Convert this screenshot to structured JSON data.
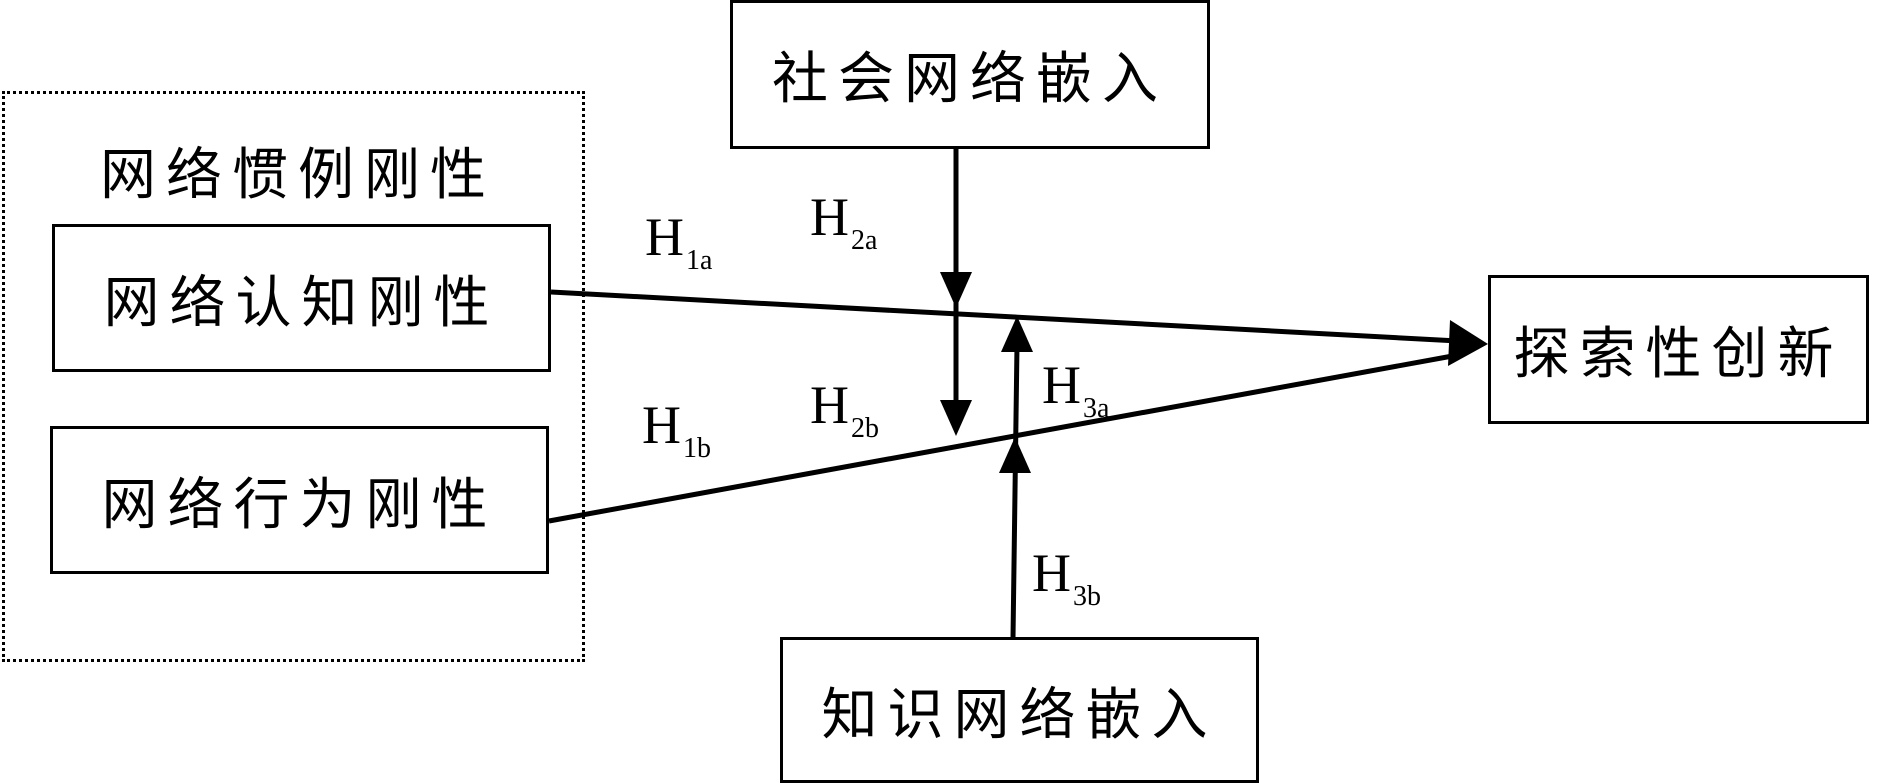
{
  "group": {
    "title": "网络惯例刚性"
  },
  "nodes": {
    "cognitive": "网络认知刚性",
    "behavioral": "网络行为刚性",
    "social": "社会网络嵌入",
    "knowledge": "知识网络嵌入",
    "innovation": "探索性创新"
  },
  "hypotheses": {
    "h1a": {
      "main": "H",
      "sub": "1a"
    },
    "h1b": {
      "main": "H",
      "sub": "1b"
    },
    "h2a": {
      "main": "H",
      "sub": "2a"
    },
    "h2b": {
      "main": "H",
      "sub": "2b"
    },
    "h3a": {
      "main": "H",
      "sub": "3a"
    },
    "h3b": {
      "main": "H",
      "sub": "3b"
    }
  }
}
